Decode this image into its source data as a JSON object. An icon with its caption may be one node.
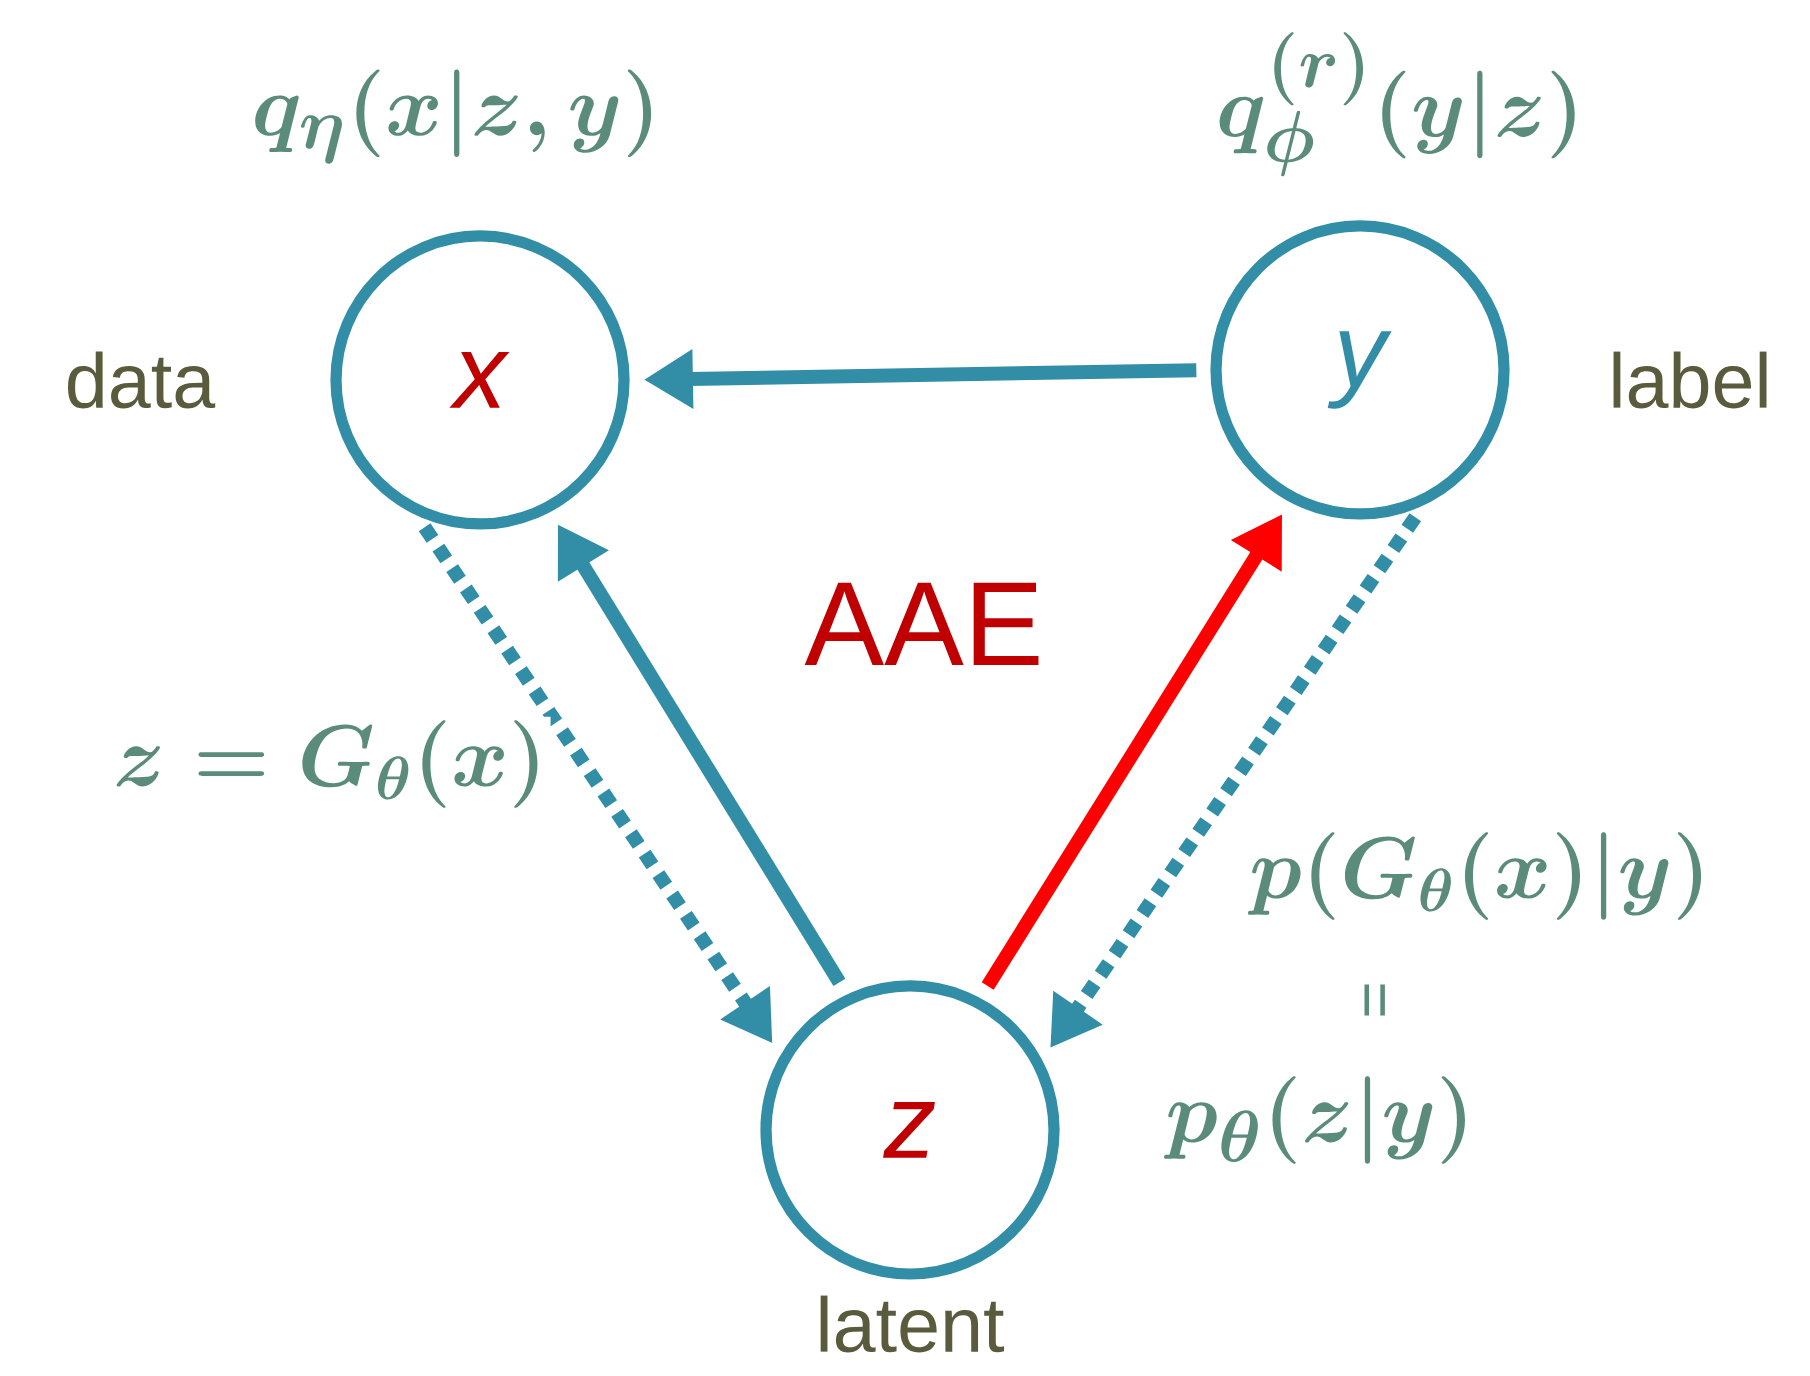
{
  "diagram": {
    "nodes": [
      {
        "text": [
          "x"
        ],
        "beside": [
          "data",
          "q_{\\eta}(x|z,y)"
        ]
      },
      {
        "text": [
          "y"
        ],
        "beside": [
          "label",
          "q_{\\phi}^{(r)}(y|z)"
        ]
      },
      {
        "text": [
          "z"
        ],
        "beside": [
          "latent",
          "p_{\\theta}(z|y)"
        ]
      }
    ],
    "edges": [
      {
        "from": 1,
        "to": 0,
        "arrow": "to"
      },
      {
        "from": 2,
        "to": 0,
        "arrow": "to"
      },
      {
        "from": 0,
        "to": 2,
        "arrow": "to",
        "style": "dashed",
        "label": "z=G_{\\theta}(x)"
      },
      {
        "from": 2,
        "to": 1,
        "arrow": "to",
        "color": "#ff0000"
      },
      {
        "from": 1,
        "to": 2,
        "arrow": "to",
        "style": "dashed",
        "label": "p(G_{\\theta}(x)|y)"
      }
    ],
    "labels": [
      "AAE",
      "="
    ]
  }
}
